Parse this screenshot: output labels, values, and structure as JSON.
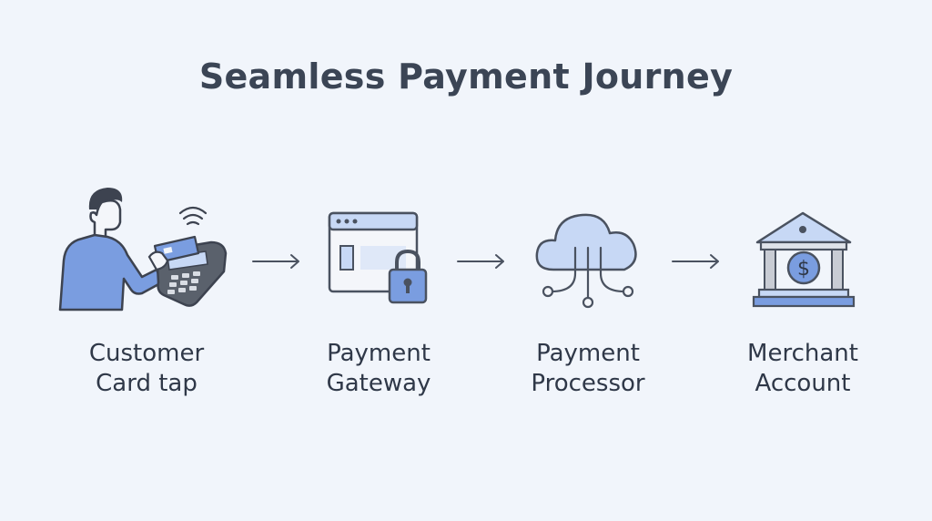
{
  "title": "Seamless Payment Journey",
  "steps": [
    {
      "id": "customer",
      "line1": "Customer",
      "line2": "Card tap"
    },
    {
      "id": "gateway",
      "line1": "Payment",
      "line2": "Gateway"
    },
    {
      "id": "processor",
      "line1": "Payment",
      "line2": "Processor"
    },
    {
      "id": "merchant",
      "line1": "Merchant",
      "line2": "Account"
    }
  ],
  "icons": {
    "customer": "person-tapping-card-on-terminal-icon",
    "gateway": "browser-window-with-padlock-icon",
    "processor": "cloud-network-icon",
    "merchant": "bank-dollar-icon"
  },
  "colors": {
    "background": "#f1f5fb",
    "accent": "#7a9de0",
    "accent_light": "#c7d8f5",
    "stroke": "#4a5260",
    "text": "#2f3848"
  }
}
